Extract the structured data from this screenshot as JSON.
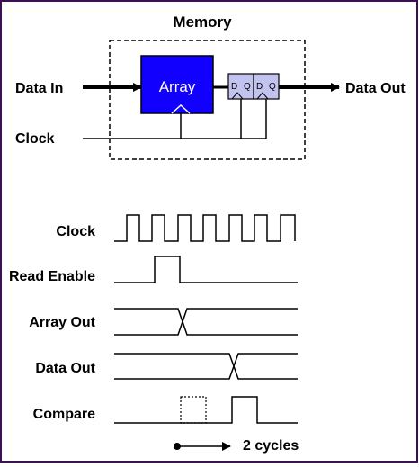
{
  "colors": {
    "frame": "#3c1054",
    "array_fill": "#1200ff",
    "ff_fill": "#c3c3ef",
    "line": "#000000"
  },
  "block": {
    "title": "Memory",
    "array_label": "Array",
    "ff_d": "D",
    "ff_q": "Q",
    "data_in": "Data In",
    "data_out": "Data Out",
    "clock": "Clock"
  },
  "timing": {
    "signals": [
      {
        "label": "Clock"
      },
      {
        "label": "Read Enable"
      },
      {
        "label": "Array Out"
      },
      {
        "label": "Data Out"
      },
      {
        "label": "Compare"
      }
    ],
    "legend": "2 cycles"
  }
}
